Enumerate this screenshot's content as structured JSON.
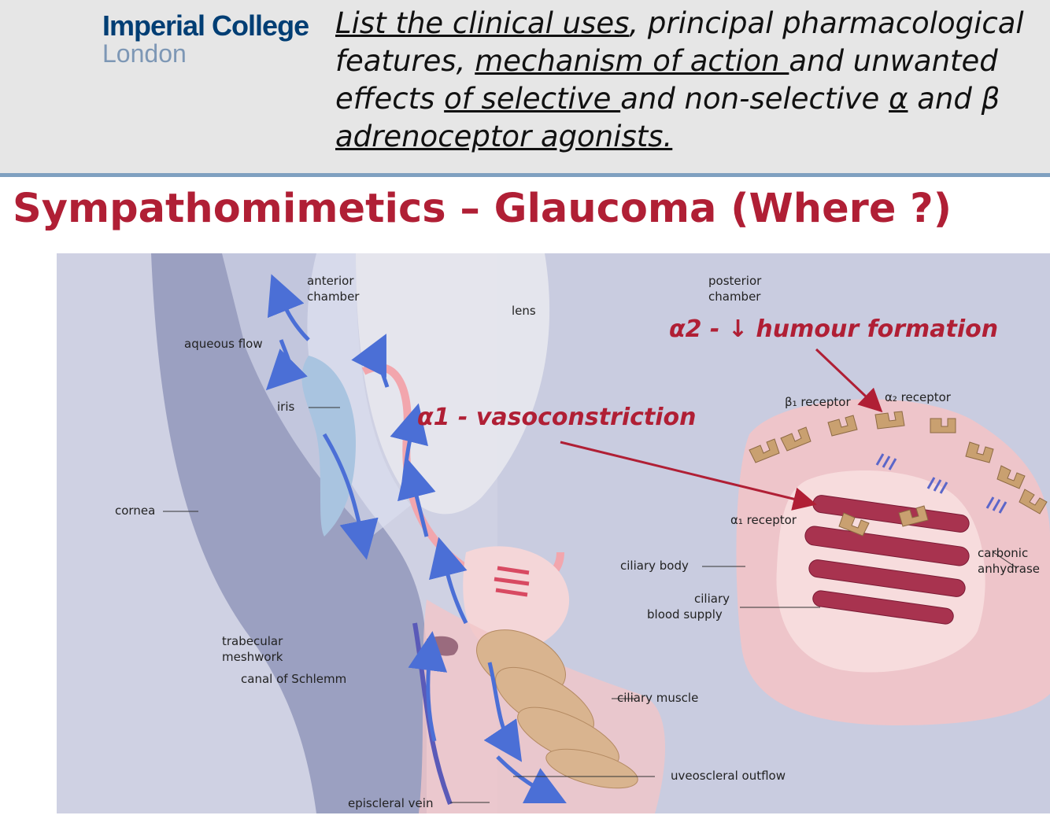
{
  "header": {
    "logo_line1": "Imperial College",
    "logo_line2": "London",
    "objective": {
      "line1_a": "List the clinical uses",
      "line1_b": ", principal pharmacological",
      "line2_a": "features, ",
      "line2_b": "mechanism of action ",
      "line2_c": "and unwanted",
      "line3_a": "effects ",
      "line3_b": "of selective ",
      "line3_c": "and non-selective ",
      "line3_d": "α",
      "line3_e": " and β",
      "line4": "adrenoceptor agonists."
    }
  },
  "slide_title": "Sympathomimetics – Glaucoma (Where ?)",
  "diagram": {
    "labels": {
      "anterior_chamber_1": "anterior",
      "anterior_chamber_2": "chamber",
      "lens": "lens",
      "aqueous_flow": "aqueous flow",
      "iris": "iris",
      "cornea": "cornea",
      "trabecular_1": "trabecular",
      "trabecular_2": "meshwork",
      "canal_schlemm": "canal of Schlemm",
      "ciliary_muscle": "ciliary muscle",
      "uveoscleral": "uveoscleral outflow",
      "episcleral": "episcleral vein",
      "posterior_chamber_1": "posterior",
      "posterior_chamber_2": "chamber",
      "beta1_receptor": "β₁ receptor",
      "alpha2_receptor": "α₂ receptor",
      "alpha1_receptor": "α₁ receptor",
      "ciliary_body": "ciliary body",
      "ciliary_blood_1": "ciliary",
      "ciliary_blood_2": "blood supply",
      "carbonic_1": "carbonic",
      "carbonic_2": "anhydrase"
    },
    "annotations": {
      "alpha2": "α2 - ↓ humour formation",
      "alpha1": "α1 - vasoconstriction"
    },
    "colors": {
      "annotation": "#b01f35",
      "flow_arrow": "#4b6fd6",
      "ciliary_pink": "#f2b4b8",
      "vessel": "#b02040",
      "muscle": "#d9b48f",
      "receptor": "#c9a070"
    }
  }
}
